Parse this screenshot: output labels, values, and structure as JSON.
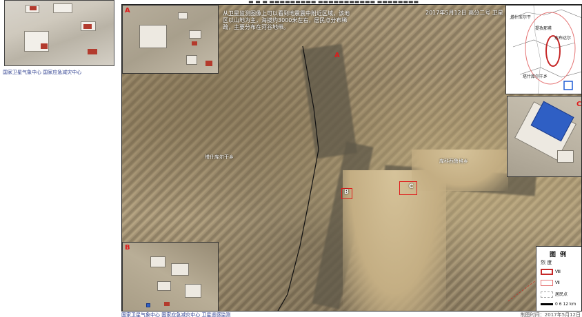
{
  "header_text": "▬ ▬ ▬ ▬▬▬▬▬▬▬▬▬ ▬▬▬▬▬▬▬▬▬▬▬ ▬▬▬▬▬▬▬▬",
  "left_caption": "国家卫星气象中心 国家应急减灾中心",
  "main_map": {
    "note": "从卫星监测图像上可以看到地震震中附近区域，该地区以山地为主，海拔约3000米左右，居民点分布稀疏，主要分布在河谷地带。",
    "date": "2017年5月12日 高分二号 卫星",
    "places": [
      "塔什库尔干乡",
      "库科西鲁格乡"
    ],
    "inset_labels": {
      "a": "A",
      "b": "B",
      "c": "C"
    },
    "marker_labels": {
      "b": "B",
      "c": "C"
    },
    "map_letter_a": "A"
  },
  "locator": {
    "labels": [
      "塔什库尔干",
      "提孜那甫",
      "塔什库尔干乡",
      "达布达尔"
    ]
  },
  "legend": {
    "title": "图例",
    "subtitle": "烈 度",
    "items": [
      {
        "label": "Ⅷ",
        "color": "#c62828"
      },
      {
        "label": "Ⅶ",
        "color": "#e57373"
      },
      {
        "label": "居民点",
        "color": "#9e9e9e"
      },
      {
        "label": "0 6 12 km",
        "color": "#000000"
      }
    ]
  },
  "footer_left": "国家卫星气象中心 国家应急减灾中心 卫星遥感监测",
  "footer_right": "制图时间：2017年5月12日"
}
